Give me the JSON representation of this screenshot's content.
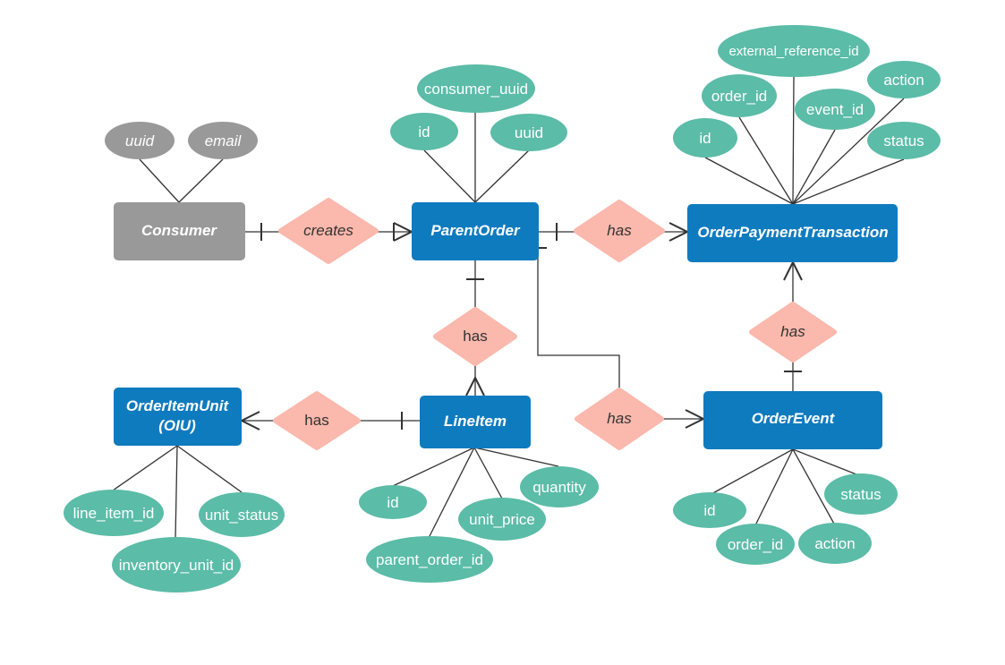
{
  "colors": {
    "entity": "#0f7bbf",
    "entity_grey": "#999999",
    "relationship": "#fbb8ac",
    "attribute": "#5bbca8",
    "attribute_grey": "#999999",
    "line": "#333333"
  },
  "entities": {
    "consumer": "Consumer",
    "parent_order": "ParentOrder",
    "order_payment_transaction": "OrderPaymentTransaction",
    "line_item": "LineItem",
    "order_item_unit_line1": "OrderItemUnit",
    "order_item_unit_line2": "(OIU)",
    "order_event": "OrderEvent"
  },
  "relationships": {
    "creates": "creates",
    "has_payment": "has",
    "has_line_item": "has",
    "has_oiu": "has",
    "has_event_parent": "has",
    "has_event_payment": "has"
  },
  "attributes": {
    "consumer": {
      "uuid": "uuid",
      "email": "email"
    },
    "parent_order": {
      "id": "id",
      "consumer_uuid": "consumer_uuid",
      "uuid": "uuid"
    },
    "order_payment_transaction": {
      "external_reference_id": "external_reference_id",
      "order_id": "order_id",
      "event_id": "event_id",
      "action": "action",
      "id": "id",
      "status": "status"
    },
    "order_item_unit": {
      "line_item_id": "line_item_id",
      "unit_status": "unit_status",
      "inventory_unit_id": "inventory_unit_id"
    },
    "line_item": {
      "id": "id",
      "quantity": "quantity",
      "unit_price": "unit_price",
      "parent_order_id": "parent_order_id"
    },
    "order_event": {
      "id": "id",
      "status": "status",
      "order_id": "order_id",
      "action": "action"
    }
  }
}
